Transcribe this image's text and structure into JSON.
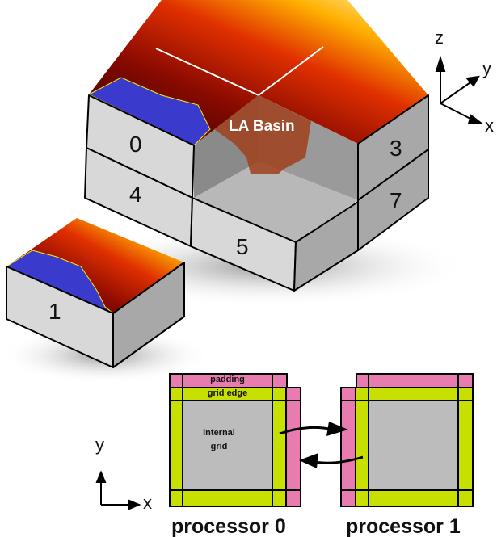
{
  "block_labels": {
    "b0": "0",
    "b1": "1",
    "b3": "3",
    "b4": "4",
    "b5": "5",
    "b7": "7"
  },
  "basin_label": "LA Basin",
  "axes3d": {
    "z": "z",
    "y": "y",
    "x": "x"
  },
  "axes2d": {
    "y": "y",
    "x": "x"
  },
  "grid_labels": {
    "padding": "padding",
    "grid_edge": "grid edge",
    "internal": "internal grid"
  },
  "processors": [
    "processor 0",
    "processor 1"
  ],
  "colors": {
    "padding": "#e87cb0",
    "grid_edge": "#c8e000",
    "internal": "#bcbcbc",
    "ocean": "#3a3acc",
    "basin": "#a0401c"
  }
}
